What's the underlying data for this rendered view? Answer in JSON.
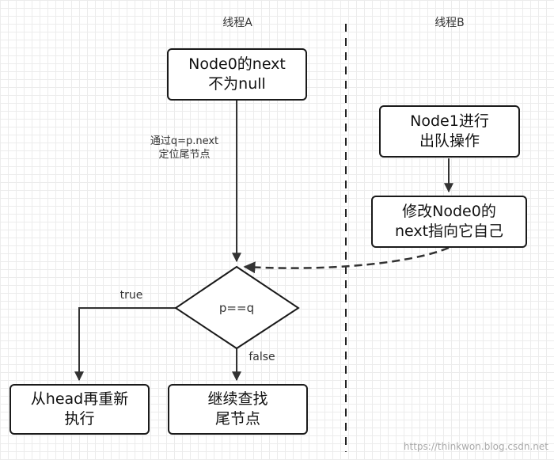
{
  "lanes": {
    "a": "线程A",
    "b": "线程B"
  },
  "nodes": {
    "n0_line1": "Node0的next",
    "n0_line2": "不为null",
    "n1_line1": "Node1进行",
    "n1_line2": "出队操作",
    "mod_line1": "修改Node0的",
    "mod_line2": "next指向它自己",
    "decision": "p==q",
    "restart_line1": "从head再重新",
    "restart_line2": "执行",
    "continue_line1": "继续查找",
    "continue_line2": "尾节点"
  },
  "edges": {
    "locate_line1": "通过q=p.next",
    "locate_line2": "定位尾节点",
    "true_label": "true",
    "false_label": "false"
  },
  "watermark": "https://thinkwon.blog.csdn.net"
}
